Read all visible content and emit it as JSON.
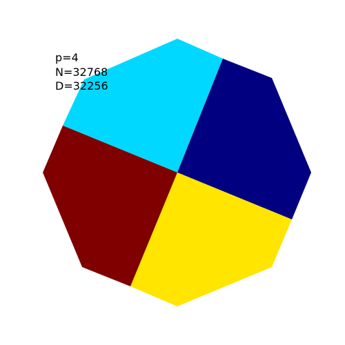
{
  "stats": {
    "p": "p=4",
    "n": "N=32768",
    "d": "D=32256"
  },
  "partition": {
    "parts": [
      {
        "name": "top-left",
        "color": "#00d8ff"
      },
      {
        "name": "right",
        "color": "#000080"
      },
      {
        "name": "bottom-right",
        "color": "#ffe500"
      },
      {
        "name": "left",
        "color": "#800000"
      }
    ]
  }
}
